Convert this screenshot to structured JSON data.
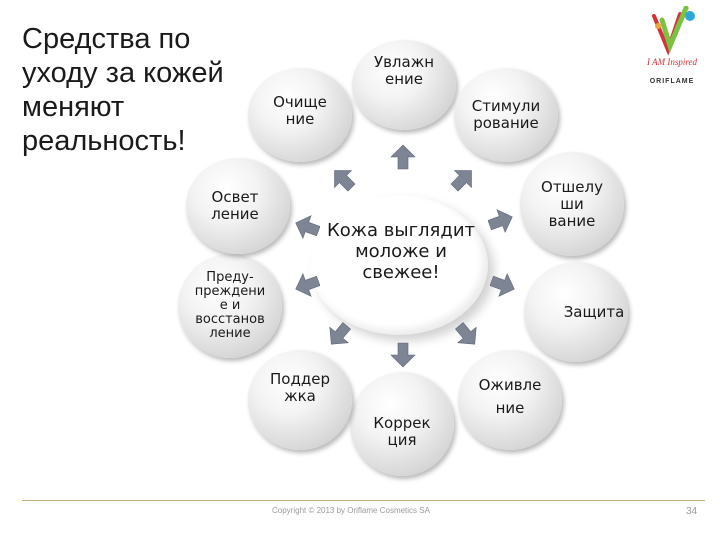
{
  "title_lines": [
    "Средства по",
    "уходу за кожей",
    "меняют",
    "реальность!"
  ],
  "center_lines": [
    "Кожа выглядит",
    "моложе и",
    "свежее!"
  ],
  "nodes": {
    "moisturizing": [
      "Увлажн",
      "ение"
    ],
    "stimulation": [
      "Стимули",
      "рование"
    ],
    "exfoliation": [
      "Отшелу",
      "ши",
      "вание"
    ],
    "protection": [
      "Защита"
    ],
    "revival": [
      "Оживле",
      "ние"
    ],
    "correction": [
      "Коррек",
      "ция"
    ],
    "support": [
      "Поддер",
      "жка"
    ],
    "prevention": [
      "Преду-",
      "преждени",
      "е и",
      "восстанов",
      "ление"
    ],
    "brightening": [
      "Освет",
      "ление"
    ],
    "cleansing": [
      "Очище",
      "ние"
    ]
  },
  "logo": {
    "tagline": "I AM Inspired",
    "brand": "ORIFLAME"
  },
  "footer": {
    "copyright": "Copyright © 2013 by Oriflame Cosmetics SA",
    "page": "34"
  },
  "colors": {
    "arrow": "#7d8595",
    "footer_line": "#c9b27a",
    "logo_red": "#d3343a"
  }
}
